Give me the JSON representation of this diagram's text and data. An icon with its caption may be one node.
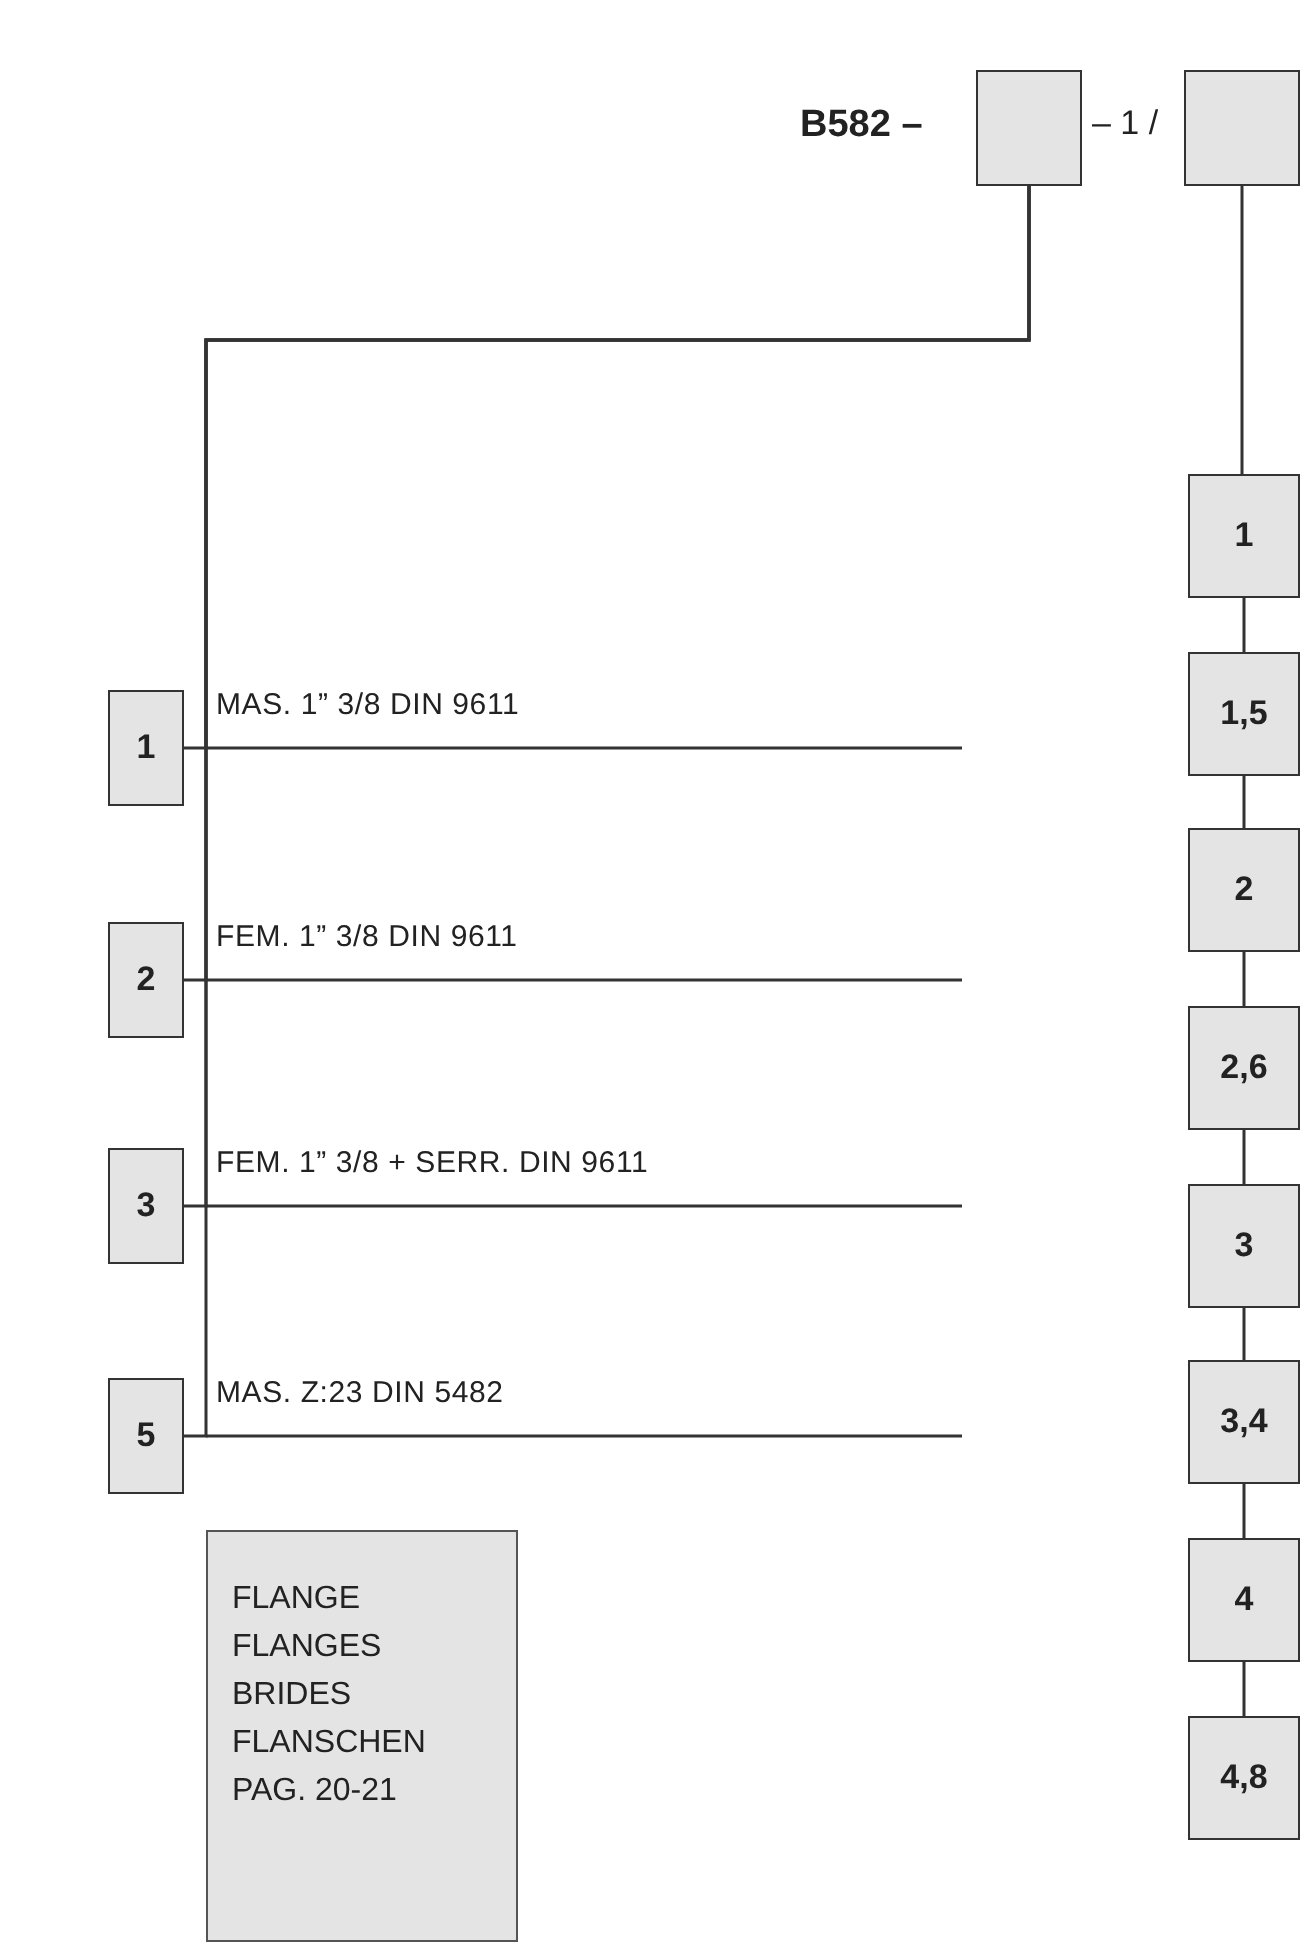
{
  "diagram": {
    "nodes": [
      {
        "text": [],
        "shape": "box"
      },
      {
        "text": [],
        "shape": "box"
      },
      {
        "text": [
          "1"
        ],
        "beside": [
          "MAS. 1” 3/8 DIN 9611"
        ]
      },
      {
        "text": [
          "2"
        ],
        "beside": [
          "FEM. 1” 3/8 DIN 9611"
        ]
      },
      {
        "text": [
          "3"
        ],
        "beside": [
          "FEM. 1” 3/8 + SERR. DIN 9611"
        ]
      },
      {
        "text": [
          "5"
        ],
        "beside": [
          "MAS. Z:23 DIN 5482"
        ]
      },
      {
        "text": [
          "FLANGE FLANGES BRIDES FLANSCHEN",
          "PAG. 20-21"
        ]
      },
      {
        "text": [
          "1"
        ]
      },
      {
        "text": [
          "1,5"
        ]
      },
      {
        "text": [
          "2"
        ]
      },
      {
        "text": [
          "2,6"
        ]
      },
      {
        "text": [
          "3"
        ]
      },
      {
        "text": [
          "3,4"
        ]
      },
      {
        "text": [
          "4"
        ]
      },
      {
        "text": [
          "4,8"
        ]
      }
    ],
    "edges": [
      {
        "from": 0,
        "to": 2,
        "arrow": "none"
      },
      {
        "from": 0,
        "to": 3,
        "arrow": "none"
      },
      {
        "from": 0,
        "to": 4,
        "arrow": "none"
      },
      {
        "from": 0,
        "to": 5,
        "arrow": "none"
      },
      {
        "from": 1,
        "to": 7,
        "arrow": "none"
      },
      {
        "from": 7,
        "to": 8,
        "arrow": "none"
      },
      {
        "from": 8,
        "to": 9,
        "arrow": "none"
      },
      {
        "from": 9,
        "to": 10,
        "arrow": "none"
      },
      {
        "from": 10,
        "to": 11,
        "arrow": "none"
      },
      {
        "from": 11,
        "to": 12,
        "arrow": "none"
      },
      {
        "from": 12,
        "to": 13,
        "arrow": "none"
      },
      {
        "from": 13,
        "to": 14,
        "arrow": "none"
      }
    ],
    "labels": [
      "B582 –",
      "– 1 /"
    ]
  }
}
